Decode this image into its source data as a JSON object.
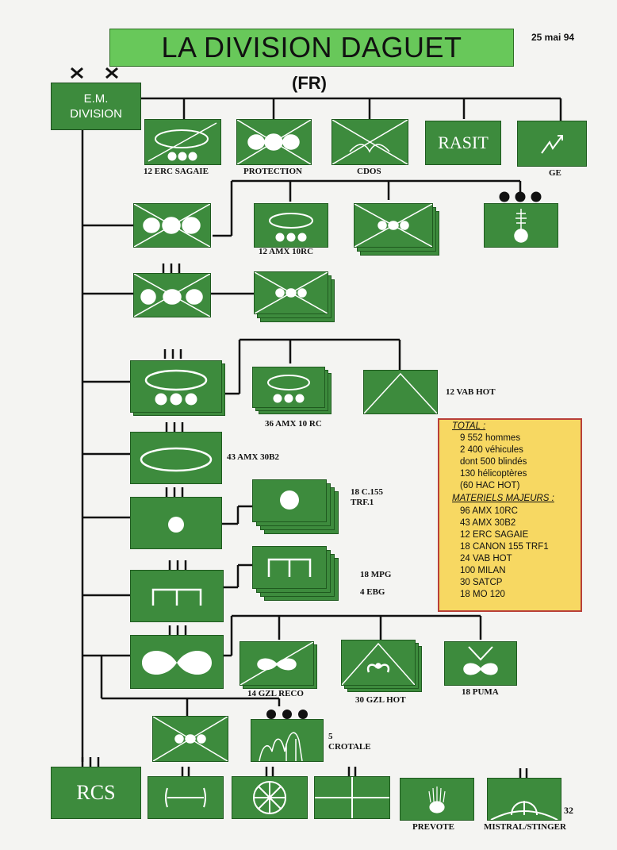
{
  "header": {
    "title": "LA DIVISION DAGUET",
    "subtitle": "(FR)",
    "date": "25 mai 94",
    "page_number": "32"
  },
  "hq": {
    "line1": "E.M.",
    "line2": "DIVISION"
  },
  "labels": {
    "erc_sagaie": "12 ERC SAGAIE",
    "protection": "PROTECTION",
    "cdos": "CDOS",
    "rasit": "RASIT",
    "ge": "GE",
    "amx10rc_12": "12 AMX 10RC",
    "vab_hot": "12 VAB HOT",
    "amx10rc_36": "36 AMX 10 RC",
    "amx30b2": "43 AMX 30B2",
    "c155_line1": "18 C.155",
    "c155_line2": "TRF.1",
    "mpg": "18 MPG",
    "ebg": "4 EBG",
    "gzl_reco": "14 GZL RECO",
    "gzl_hot": "30 GZL HOT",
    "puma": "18 PUMA",
    "crotale_line1": "5",
    "crotale_line2": "CROTALE",
    "rcs": "RCS",
    "prevote": "PREVOTE",
    "mistral": "MISTRAL/STINGER"
  },
  "total_box": {
    "heading": "TOTAL :",
    "items": [
      "9 552 hommes",
      "2 400 véhicules",
      "dont  500 blindés",
      "130 hélicoptères",
      "(60 HAC HOT)"
    ],
    "materiel_heading": "MATERIELS MAJEURS :",
    "materiel": [
      "96 AMX 10RC",
      "43 AMX 30B2",
      "12 ERC SAGAIE",
      "18 CANON 155 TRF1",
      "24 VAB HOT",
      "100 MILAN",
      "30 SATCP",
      "18 MO 120"
    ]
  },
  "colors": {
    "unit_green": "#3d8b3d",
    "title_green": "#68c85a",
    "total_fill": "#f7d862",
    "total_border": "#b8403a"
  }
}
